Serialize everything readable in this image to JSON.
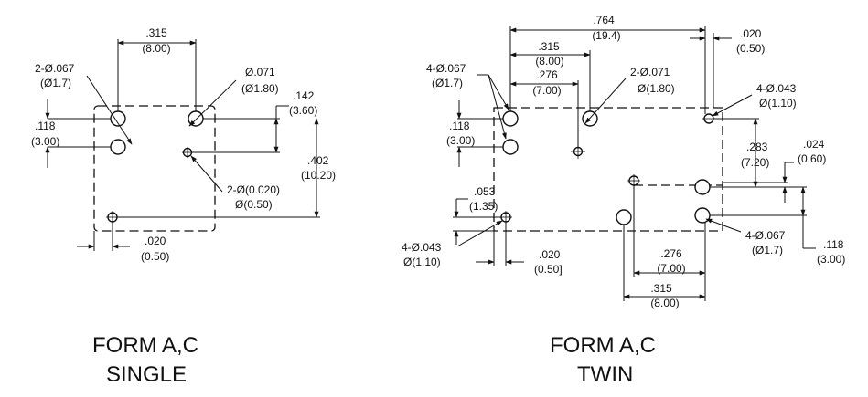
{
  "single": {
    "dims": {
      "pitch_top": ".315",
      "pitch_top_mm": "(8.00)",
      "hole_067": "2-Ø.067",
      "hole_067_mm": "(Ø1.7)",
      "hole_071": "Ø.071",
      "hole_071_mm": "(Ø1.80)",
      "h_118": ".118",
      "h_118_mm": "(3.00)",
      "h_142": ".142",
      "h_142_mm": "(3.60)",
      "h_402": ".402",
      "h_402_mm": "(10.20)",
      "hole_020": "2-Ø(0.020)",
      "hole_020_mm": "Ø(0.50)",
      "off_020": ".020",
      "off_020_mm": "(0.50)"
    },
    "caption_line1": "FORM  A,C",
    "caption_line2": "SINGLE"
  },
  "twin": {
    "dims": {
      "w_764": ".764",
      "w_764_mm": "(19.4)",
      "w_315": ".315",
      "w_315_mm": "(8.00)",
      "w_276": ".276",
      "w_276_mm": "(7.00)",
      "off_020_top": ".020",
      "off_020_top_mm": "(0.50)",
      "hole4_067": "4-Ø.067",
      "hole4_067_mm": "(Ø1.7)",
      "hole2_071": "2-Ø.071",
      "hole2_071_mm": "Ø(1.80)",
      "hole4_043_r": "4-Ø.043",
      "hole4_043_r_mm": "Ø(1.10)",
      "h_118_l": ".118",
      "h_118_l_mm": "(3.00)",
      "h_283": ".283",
      "h_283_mm": "(7.20)",
      "h_024": ".024",
      "h_024_mm": "(0.60)",
      "h_053": ".053",
      "h_053_mm": "(1.35)",
      "hole4_067_b": "4-Ø.067",
      "hole4_067_b_mm": "(Ø1.7)",
      "h_118_r": ".118",
      "h_118_r_mm": "(3.00)",
      "hole4_043_l": "4-Ø.043",
      "hole4_043_l_mm": "Ø(1.10)",
      "off_020_bot": ".020",
      "off_020_bot_mm": "(0.50]",
      "w_276_b": ".276",
      "w_276_b_mm": "(7.00)",
      "w_315_b": ".315",
      "w_315_b_mm": "(8.00)"
    },
    "caption_line1": "FORM  A,C",
    "caption_line2": "TWIN"
  }
}
